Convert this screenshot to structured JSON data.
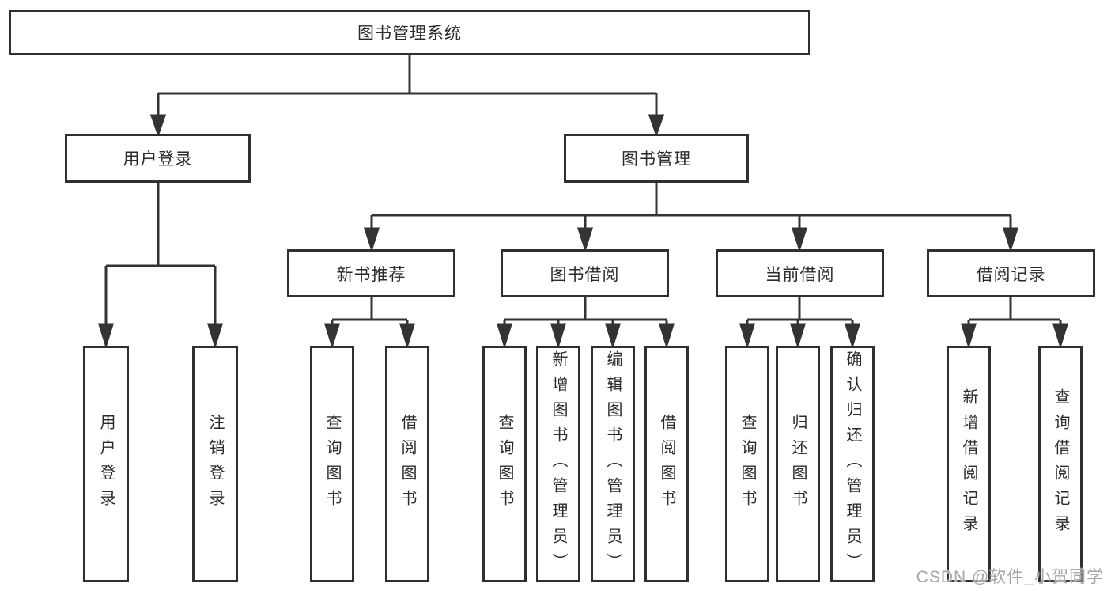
{
  "diagram": {
    "root": {
      "label": "图书管理系统"
    },
    "branches": [
      {
        "label": "用户登录",
        "children": [
          {
            "label": "用户登录"
          },
          {
            "label": "注销登录"
          }
        ]
      },
      {
        "label": "图书管理",
        "children": [
          {
            "label": "新书推荐",
            "children": [
              {
                "label": "查询图书"
              },
              {
                "label": "借阅图书"
              }
            ]
          },
          {
            "label": "图书借阅",
            "children": [
              {
                "label": "查询图书"
              },
              {
                "label": "新增图书（管理员）"
              },
              {
                "label": "编辑图书（管理员）"
              },
              {
                "label": "借阅图书"
              }
            ]
          },
          {
            "label": "当前借阅",
            "children": [
              {
                "label": "查询图书"
              },
              {
                "label": "归还图书"
              },
              {
                "label": "确认归还（管理员）"
              }
            ]
          },
          {
            "label": "借阅记录",
            "children": [
              {
                "label": "新增借阅记录"
              },
              {
                "label": "查询借阅记录"
              }
            ]
          }
        ]
      }
    ]
  },
  "watermark": {
    "text": "CSDN @软件_小贺同学",
    "color": "#a6a6a6"
  },
  "colors": {
    "line": "#333333",
    "box_border": "#303030",
    "text": "#2b2b2b",
    "background": "#ffffff"
  }
}
